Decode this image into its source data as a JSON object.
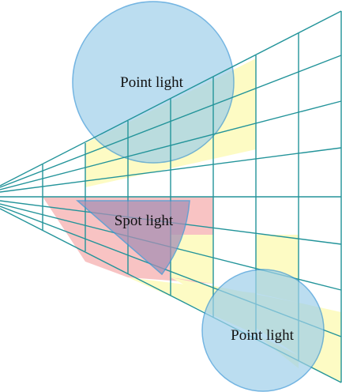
{
  "labels": {
    "point_light_top": "Point light",
    "spot_light": "Spot light",
    "point_light_bottom": "Point light"
  },
  "colors": {
    "grid_line": "#23949a",
    "light_circle_fill": "#9fd0ea",
    "light_circle_stroke": "#3a96d6",
    "cell_yellow": "#fdfbc4",
    "cell_pink": "#f8c3c3",
    "spot_cone_fill": "#a78fb4",
    "spot_cone_stroke": "#3a96d6",
    "background": "#ffffff"
  }
}
